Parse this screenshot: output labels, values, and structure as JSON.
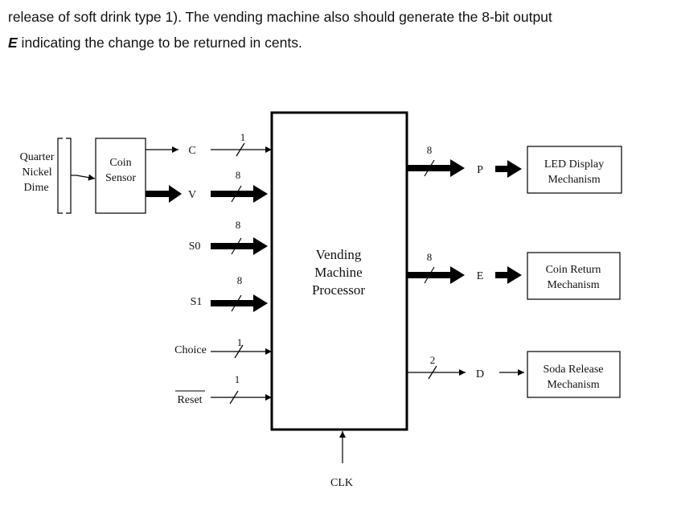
{
  "text": {
    "line1": "release of soft drink type 1). The vending machine also should generate the 8-bit output",
    "line2_var": "E",
    "line2_rest": " indicating the change to be returned in cents."
  },
  "diagram": {
    "coin_inputs": [
      "Quarter",
      "Nickel",
      "Dime"
    ],
    "coin_sensor": [
      "Coin",
      "Sensor"
    ],
    "processor": [
      "Vending",
      "Machine",
      "Processor"
    ],
    "clock": "CLK",
    "inputs": [
      {
        "name": "C",
        "width": "1"
      },
      {
        "name": "V",
        "width": "8"
      },
      {
        "name": "S0",
        "width": "8"
      },
      {
        "name": "S1",
        "width": "8"
      },
      {
        "name": "Choice",
        "width": "1"
      },
      {
        "name": "Reset",
        "width": "1"
      }
    ],
    "outputs": [
      {
        "name": "P",
        "width": "8",
        "target": [
          "LED Display",
          "Mechanism"
        ]
      },
      {
        "name": "E",
        "width": "8",
        "target": [
          "Coin Return",
          "Mechanism"
        ]
      },
      {
        "name": "D",
        "width": "2",
        "target": [
          "Soda Release",
          "Mechanism"
        ]
      }
    ]
  }
}
